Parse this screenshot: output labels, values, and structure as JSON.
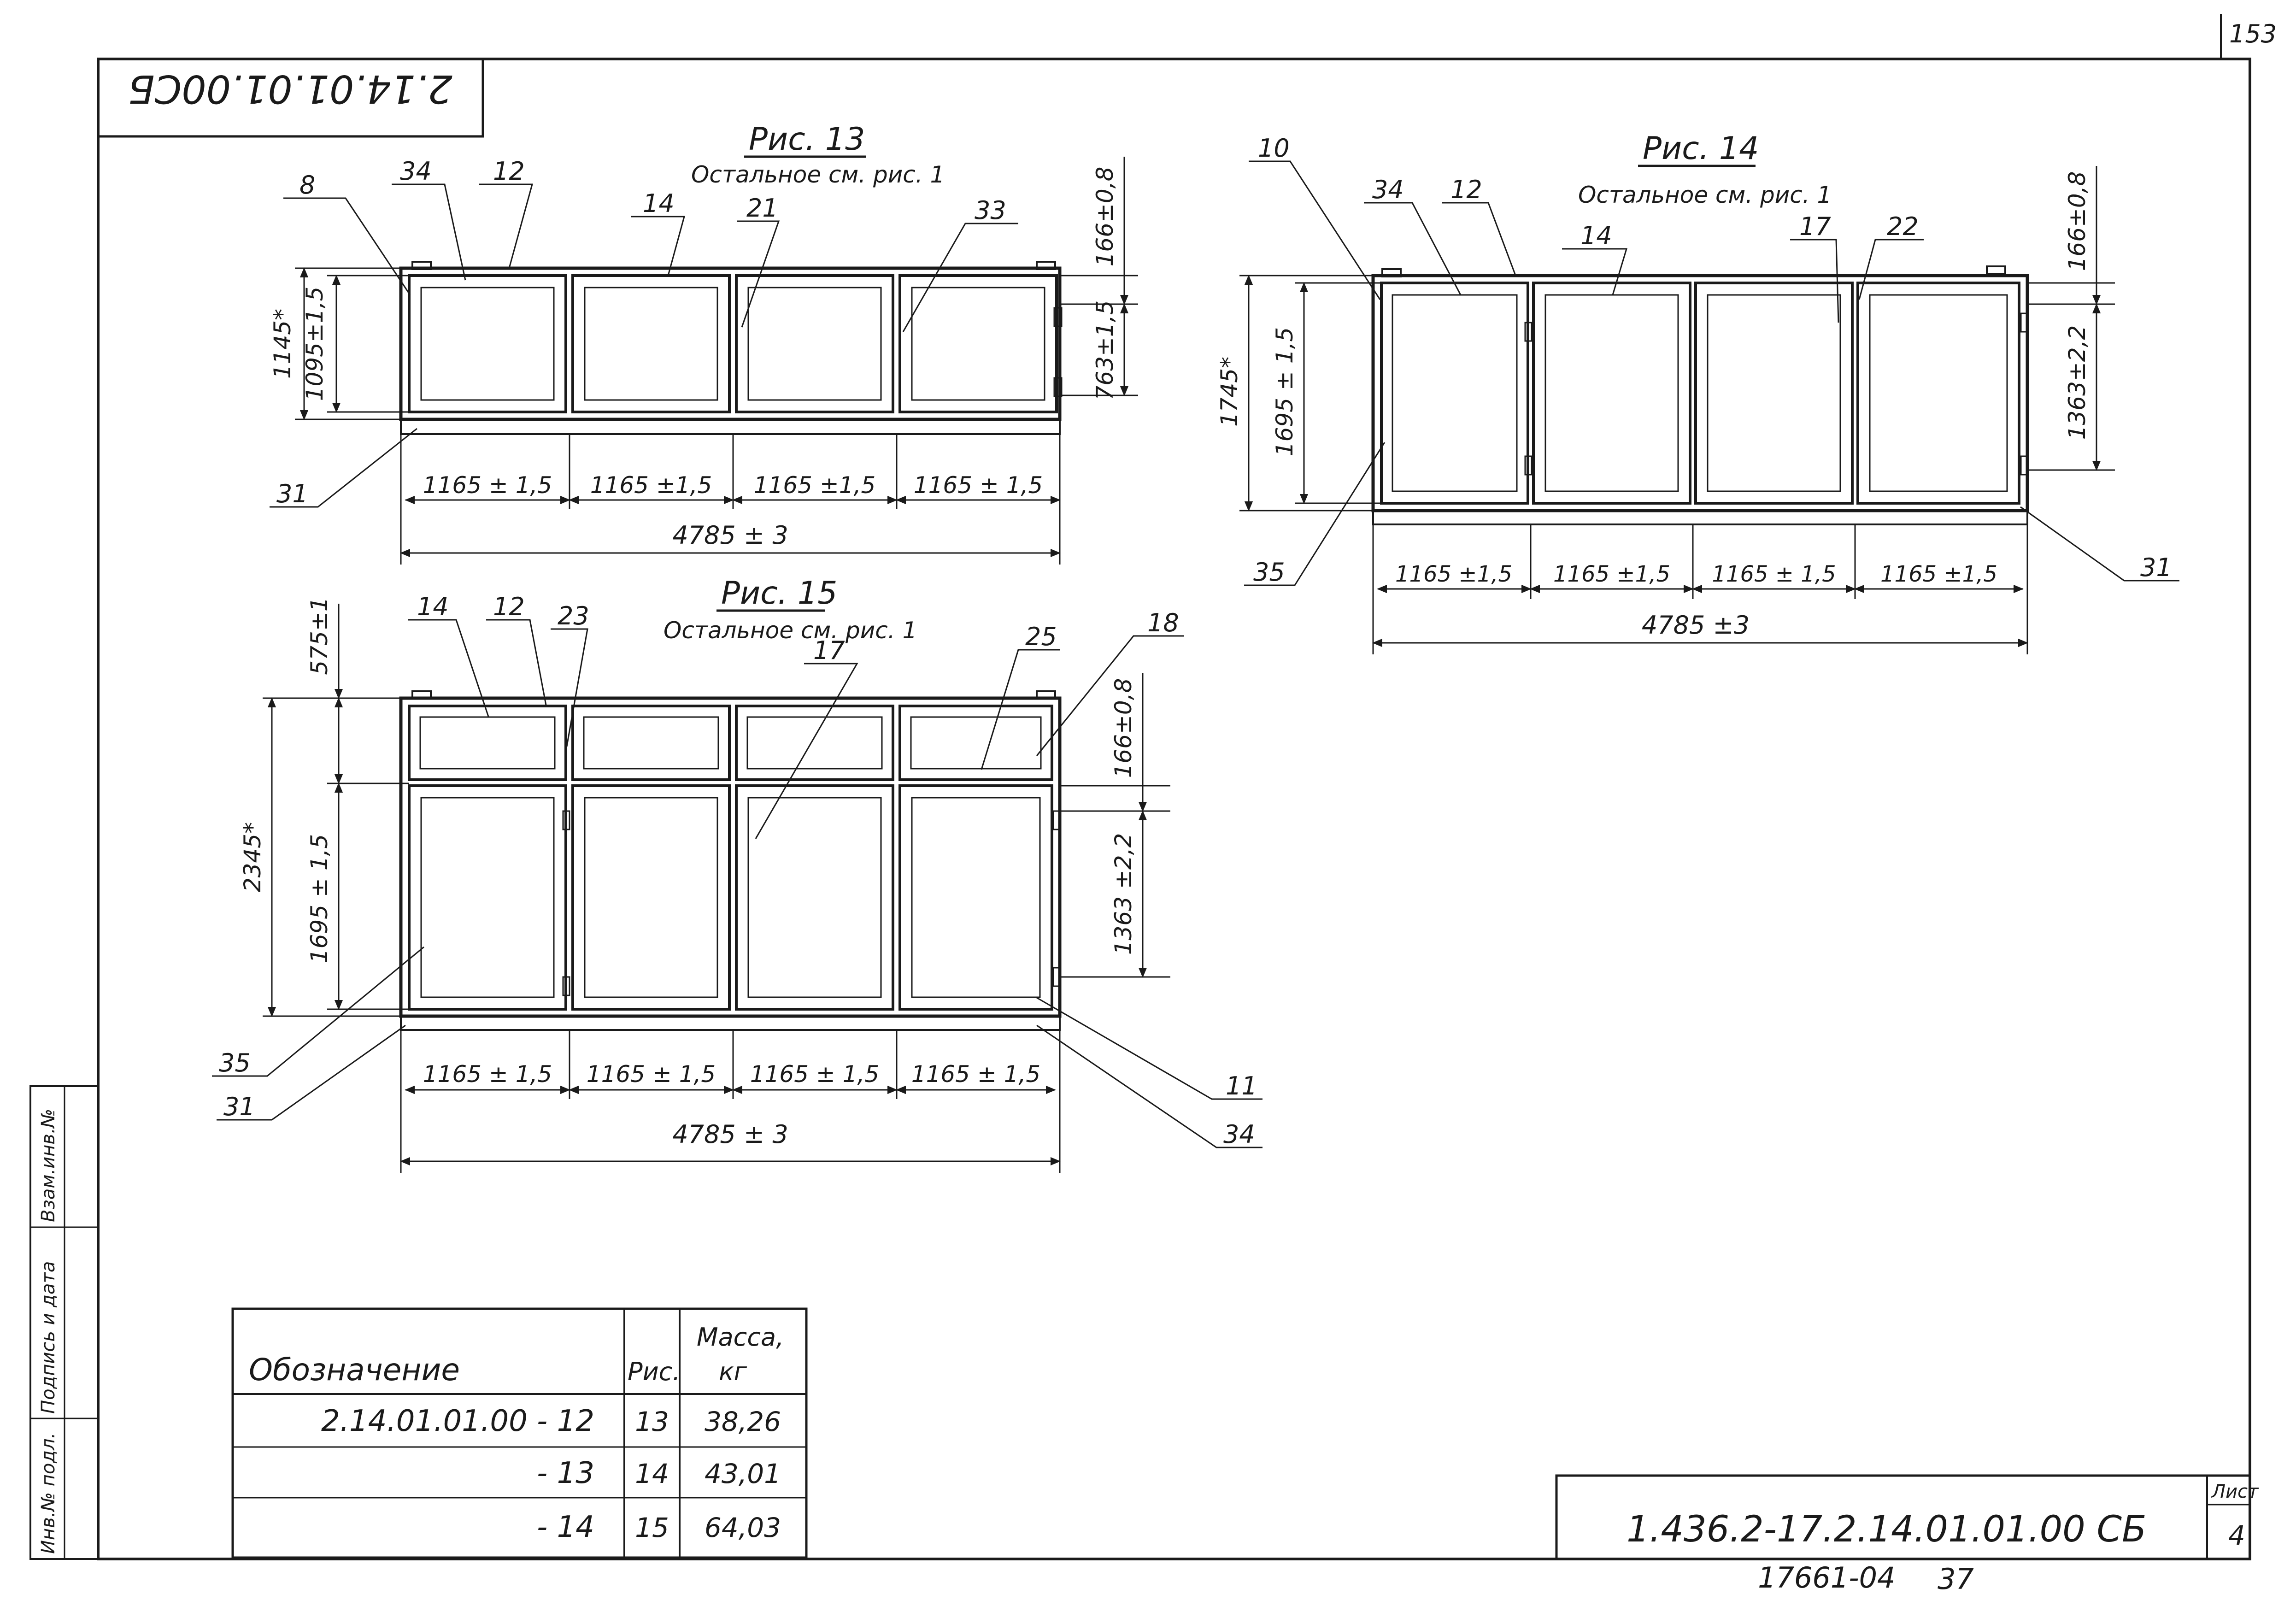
{
  "sheet": {
    "page_corner": "153",
    "mirrored_code": "2.14.01.01.00СБ",
    "title_code": "1.436.2-17.2.14.01.01.00 СБ",
    "sheet_label": "Лист",
    "sheet_number": "4",
    "footer_code": "17661-04",
    "footer_num": "37"
  },
  "side_stamp": {
    "inv_podl": "Инв.№ подл.",
    "podpis": "Подпись и дата",
    "vzam": "Взам.инв.№"
  },
  "fig13": {
    "title": "Рис. 13",
    "subtitle": "Остальное см. рис. 1",
    "leaders": {
      "p8": "8",
      "p34": "34",
      "p12": "12",
      "p14": "14",
      "p21": "21",
      "p33": "33",
      "p31": "31"
    },
    "dims": {
      "h_total": "1145*",
      "h_sash": "1095±1,5",
      "top": "166±0,8",
      "side": "763±1,5",
      "w1": "1165 ± 1,5",
      "w2": "1165 ±1,5",
      "w3": "1165 ±1,5",
      "w4": "1165 ± 1,5",
      "total": "4785 ± 3"
    }
  },
  "fig14": {
    "title": "Рис. 14",
    "subtitle": "Остальное см. рис. 1",
    "leaders": {
      "p10": "10",
      "p34": "34",
      "p12": "12",
      "p14": "14",
      "p17": "17",
      "p22": "22",
      "p35": "35",
      "p31": "31"
    },
    "dims": {
      "h_total": "1745*",
      "h_sash": "1695 ± 1,5",
      "top": "166±0,8",
      "side": "1363±2,2",
      "w1": "1165 ±1,5",
      "w2": "1165 ±1,5",
      "w3": "1165 ± 1,5",
      "w4": "1165 ±1,5",
      "total": "4785 ±3"
    }
  },
  "fig15": {
    "title": "Рис. 15",
    "subtitle": "Остальное см. рис. 1",
    "leaders": {
      "p14": "14",
      "p12": "12",
      "p23": "23",
      "p17": "17",
      "p25": "25",
      "p18": "18",
      "p35": "35",
      "p31": "31",
      "p11": "11",
      "p34": "34"
    },
    "dims": {
      "h_total": "2345*",
      "h_top": "575±1",
      "h_sash": "1695 ± 1,5",
      "top": "166±0,8",
      "side": "1363 ±2,2",
      "w1": "1165 ± 1,5",
      "w2": "1165 ± 1,5",
      "w3": "1165 ± 1,5",
      "w4": "1165 ± 1,5",
      "total": "4785 ± 3"
    }
  },
  "mass_table": {
    "headers": {
      "designation": "Обозначение",
      "fig": "Рис.",
      "mass": "Масса,",
      "unit": "кг"
    },
    "rows": [
      {
        "designation": "2.14.01.01.00 - 12",
        "fig": "13",
        "mass": "38,26"
      },
      {
        "designation": "- 13",
        "fig": "14",
        "mass": "43,01"
      },
      {
        "designation": "- 14",
        "fig": "15",
        "mass": "64,03"
      }
    ]
  }
}
